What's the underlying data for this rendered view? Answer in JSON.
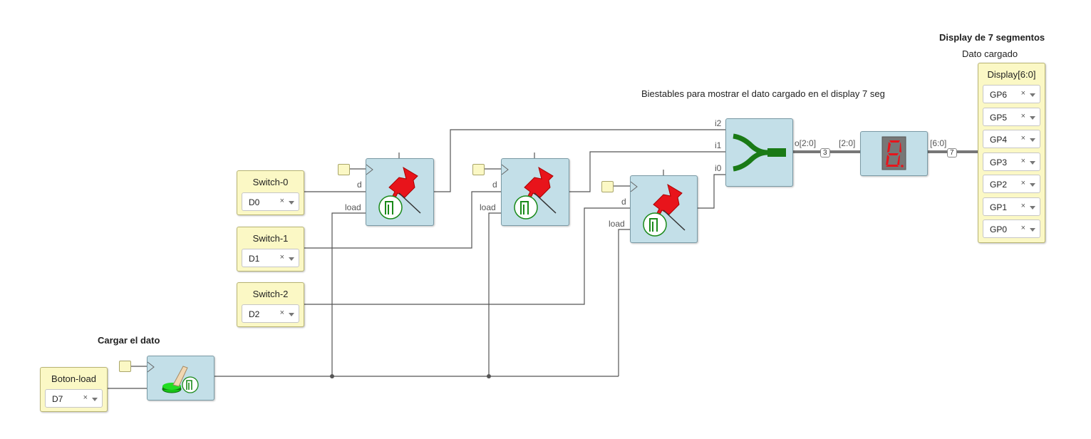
{
  "notes": {
    "cargar": "Cargar el dato",
    "biestables": "Biestables para mostrar el dato cargado en el display 7 seg",
    "display_title": "Display de 7 segmentos",
    "display_sub": "Dato cargado"
  },
  "inputs": [
    {
      "label": "Switch-0",
      "pin": "D0"
    },
    {
      "label": "Switch-1",
      "pin": "D1"
    },
    {
      "label": "Switch-2",
      "pin": "D2"
    },
    {
      "label": "Boton-load",
      "pin": "D7"
    }
  ],
  "output": {
    "label": "Display[6:0]",
    "pins": [
      "GP6",
      "GP5",
      "GP4",
      "GP3",
      "GP2",
      "GP1",
      "GP0"
    ]
  },
  "ports": {
    "d": "d",
    "load": "load",
    "i2": "i2",
    "i1": "i1",
    "i0": "i0",
    "o": "o[2:0]",
    "seg_in": "[2:0]",
    "seg_out": "[6:0]"
  },
  "bus_widths": {
    "w1": "3",
    "w2": "7"
  },
  "remove_glyph": "×",
  "icons": [
    "pushpin-icon",
    "pulse-icon",
    "joiner-icon",
    "seven-segment-icon",
    "button-icon"
  ],
  "colors": {
    "block": "#c3dfe8",
    "pin": "#fbf8c5",
    "joiner": "#1a7a16",
    "pin_icon": "#e8141b",
    "segment": "#e8141b"
  }
}
